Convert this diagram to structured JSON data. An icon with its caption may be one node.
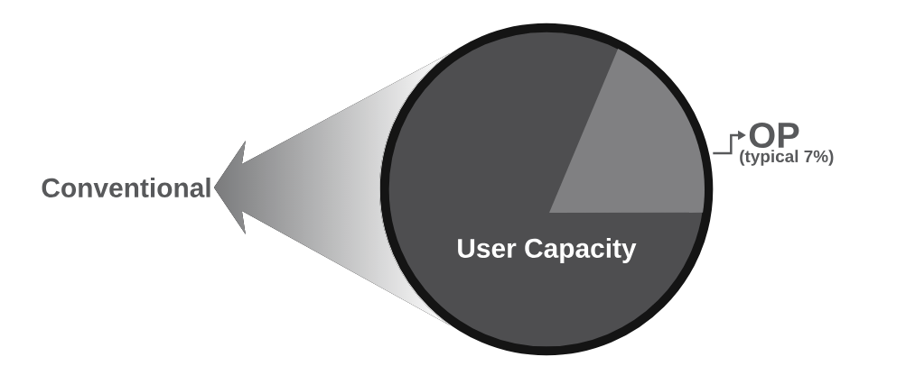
{
  "diagram": {
    "nodes": [
      {
        "text": [
          "Conventional"
        ]
      },
      {
        "text": [
          "User Capacity"
        ]
      },
      {
        "text": [],
        "shape": "wedge",
        "in": 1
      },
      {
        "text": [
          "OP",
          "(typical 7%)"
        ]
      }
    ],
    "edges": [
      {
        "from": 1,
        "to": 0,
        "arrow": "to",
        "style": "thick"
      },
      {
        "from": 2,
        "to": 3,
        "arrow": "to"
      }
    ]
  }
}
